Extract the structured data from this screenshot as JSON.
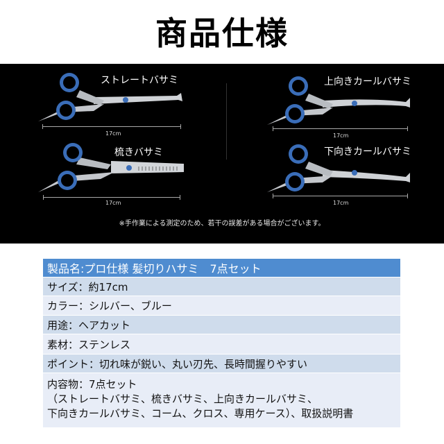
{
  "title": "商品仕様",
  "panel": {
    "items": [
      {
        "name": "ストレートバサミ",
        "length": "17cm"
      },
      {
        "name": "上向きカールバサミ",
        "length": "17cm"
      },
      {
        "name": "梳きバサミ",
        "length": "17cm"
      },
      {
        "name": "下向きカールバサミ",
        "length": "17cm"
      }
    ],
    "note": "※手作業による測定のため、若干の誤差がある場合がございます。"
  },
  "spec_table": {
    "header": "製品名:プロ仕様 髪切りハサミ　7点セット",
    "rows": [
      "サイズ：約17cm",
      "カラー：シルバー、ブルー",
      "用途：ヘアカット",
      "素材：ステンレス",
      "ポイント：切れ味が鋭い、丸い刃先、長時間握りやすい"
    ],
    "contents": {
      "line1": "内容物：7点セット",
      "line2": "（ストレートバサミ、梳きバサミ、上向きカールバサミ、",
      "line3": "下向きカールバサミ、コーム、クロス、専用ケース）、取扱説明書"
    }
  },
  "colors": {
    "header_blue": "#4f8cd0",
    "row_odd": "#cfdcec",
    "row_even": "#e8edf7",
    "ring_blue": "#3a6db8"
  }
}
